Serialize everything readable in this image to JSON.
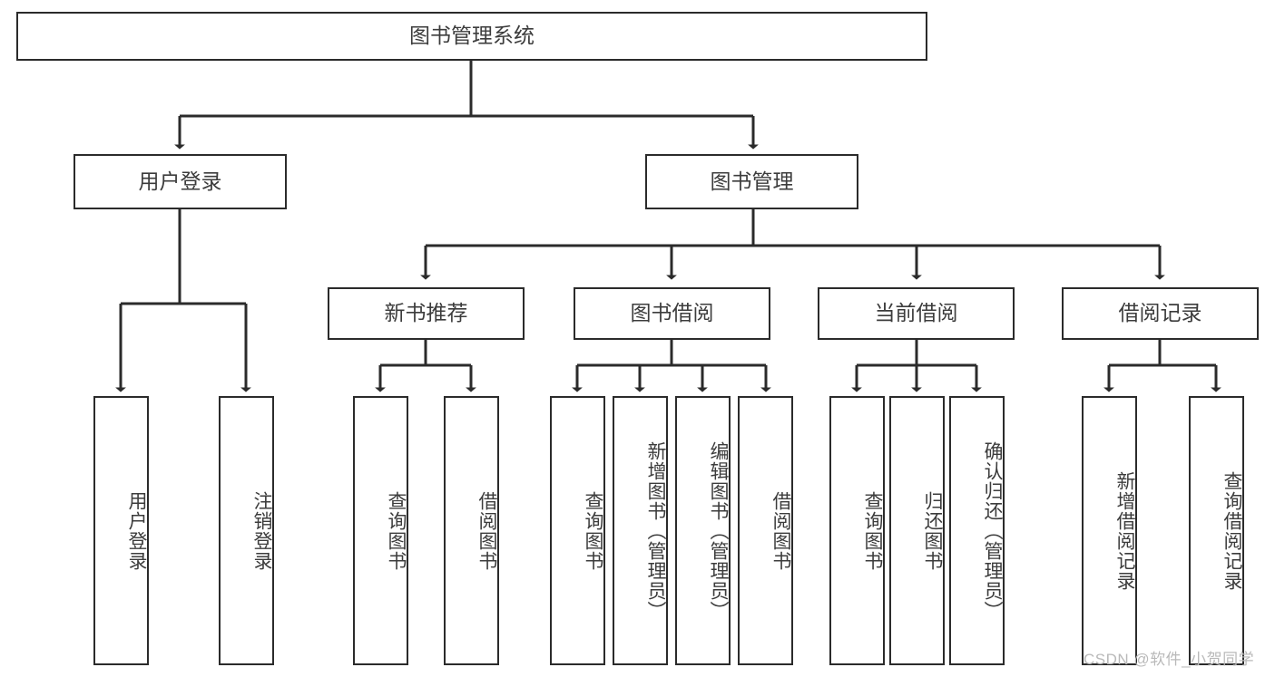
{
  "diagram": {
    "title": "图书管理系统",
    "type": "tree-hierarchy-diagram",
    "root": {
      "id": "root",
      "label": "图书管理系统"
    },
    "level2": [
      {
        "id": "user-login",
        "label": "用户登录"
      },
      {
        "id": "book-management",
        "label": "图书管理"
      }
    ],
    "level3": [
      {
        "id": "new-book-recommend",
        "label": "新书推荐",
        "parent": "book-management"
      },
      {
        "id": "book-borrow",
        "label": "图书借阅",
        "parent": "book-management"
      },
      {
        "id": "current-borrow",
        "label": "当前借阅",
        "parent": "book-management"
      },
      {
        "id": "borrow-record",
        "label": "借阅记录",
        "parent": "book-management"
      }
    ],
    "leaves": [
      {
        "id": "leaf-user-login",
        "label": "用户登录",
        "parent": "user-login"
      },
      {
        "id": "leaf-logout-login",
        "label": "注销登录",
        "parent": "user-login"
      },
      {
        "id": "leaf-query-book-1",
        "label": "查询图书",
        "parent": "new-book-recommend"
      },
      {
        "id": "leaf-borrow-book-1",
        "label": "借阅图书",
        "parent": "new-book-recommend"
      },
      {
        "id": "leaf-query-book-2",
        "label": "查询图书",
        "parent": "book-borrow"
      },
      {
        "id": "leaf-add-book",
        "label": "新增图书（管理员）",
        "parent": "book-borrow"
      },
      {
        "id": "leaf-edit-book",
        "label": "编辑图书（管理员）",
        "parent": "book-borrow"
      },
      {
        "id": "leaf-borrow-book-2",
        "label": "借阅图书",
        "parent": "book-borrow"
      },
      {
        "id": "leaf-query-book-3",
        "label": "查询图书",
        "parent": "current-borrow"
      },
      {
        "id": "leaf-return-book",
        "label": "归还图书",
        "parent": "current-borrow"
      },
      {
        "id": "leaf-confirm-return",
        "label": "确认归还（管理员）",
        "parent": "current-borrow"
      },
      {
        "id": "leaf-add-record",
        "label": "新增借阅记录",
        "parent": "borrow-record"
      },
      {
        "id": "leaf-query-record",
        "label": "查询借阅记录",
        "parent": "borrow-record"
      }
    ]
  },
  "watermark": {
    "text": "CSDN @软件_小贺同学"
  },
  "colors": {
    "stroke": "#2b2b2b",
    "text": "#3c3c3c",
    "background": "#ffffff",
    "watermark": "#b9b9b9"
  }
}
